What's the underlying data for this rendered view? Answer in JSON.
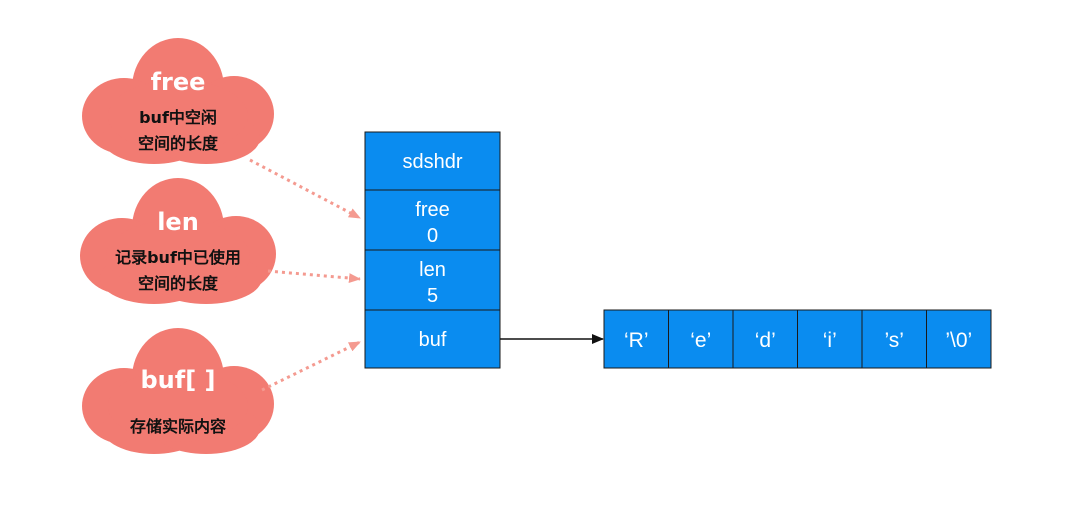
{
  "colors": {
    "box_fill": "#0a8cf0",
    "box_stroke": "#1a1a1a",
    "cloud_fill": "#f27b72",
    "connector": "#f49a90",
    "arrow": "#111111"
  },
  "struct": {
    "header": "sdshdr",
    "free": {
      "label": "free",
      "value": "0"
    },
    "len": {
      "label": "len",
      "value": "5"
    },
    "buf": {
      "label": "buf"
    }
  },
  "array_cells": [
    "‘R’",
    "‘e’",
    "‘d’",
    "‘i’",
    "’s’",
    "’\\0’"
  ],
  "callouts": {
    "free": {
      "title": "free",
      "lines": [
        "buf中空闲",
        "空间的长度"
      ]
    },
    "len": {
      "title": "len",
      "lines": [
        "记录buf中已使用",
        "空间的长度"
      ]
    },
    "buf": {
      "title": "buf[ ]",
      "lines": [
        "存储实际内容"
      ]
    }
  }
}
